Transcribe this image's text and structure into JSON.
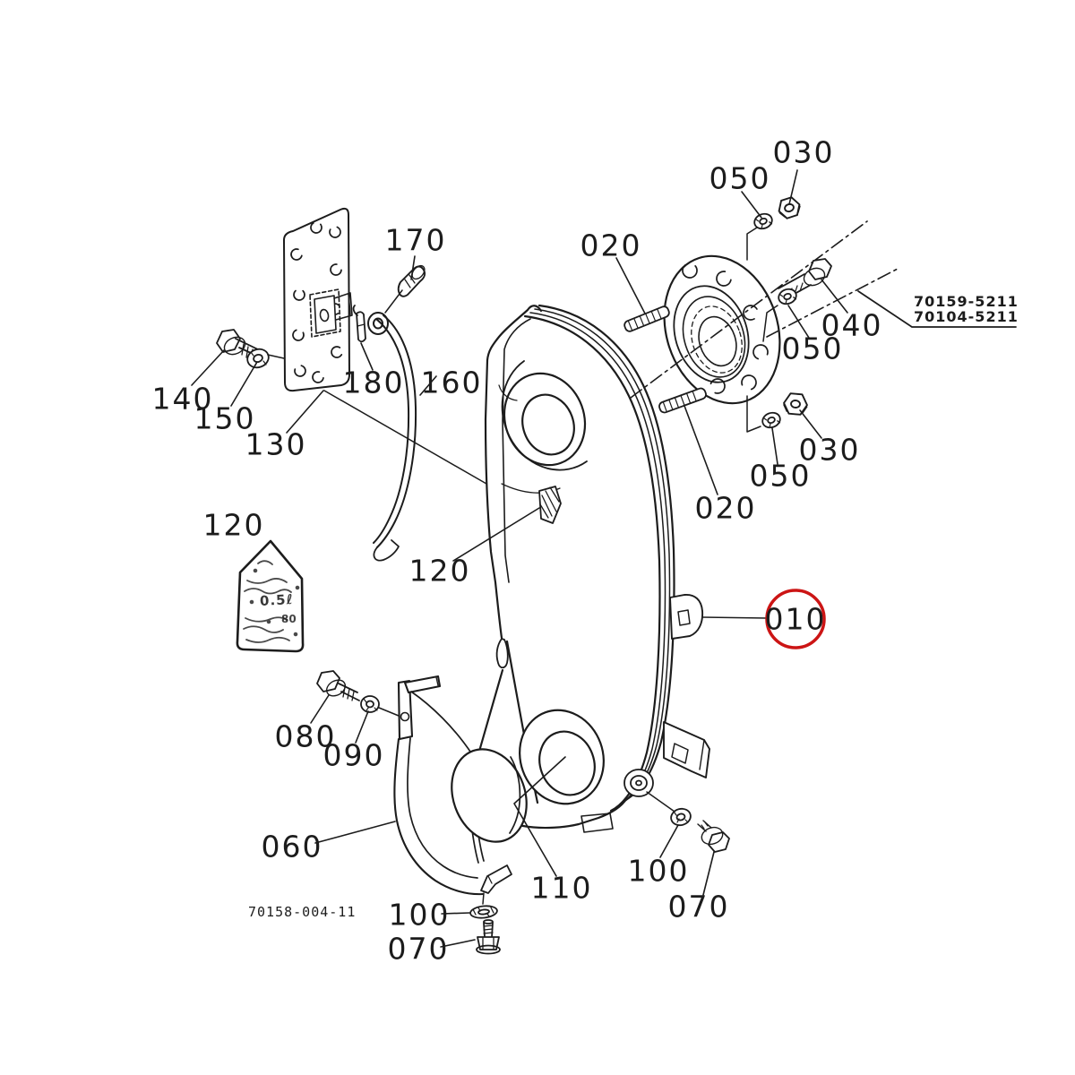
{
  "diagram": {
    "type": "exploded-parts-diagram",
    "drawing_number": "70158-004-11",
    "assembly_part_numbers": [
      "70159-5211",
      "70104-5211"
    ],
    "highlight_color": "#cc1515",
    "line_color": "#1c1c1c",
    "background_color": "#ffffff",
    "decal": {
      "line1": "0.5ℓ",
      "line2": "80"
    },
    "callouts": [
      {
        "id": "030-top",
        "label": "030"
      },
      {
        "id": "050-top",
        "label": "050"
      },
      {
        "id": "020-upper",
        "label": "020"
      },
      {
        "id": "170",
        "label": "170"
      },
      {
        "id": "040",
        "label": "040"
      },
      {
        "id": "050-right",
        "label": "050"
      },
      {
        "id": "140",
        "label": "140"
      },
      {
        "id": "150",
        "label": "150"
      },
      {
        "id": "130",
        "label": "130"
      },
      {
        "id": "180",
        "label": "180"
      },
      {
        "id": "160",
        "label": "160"
      },
      {
        "id": "030-lower",
        "label": "030"
      },
      {
        "id": "050-lower",
        "label": "050"
      },
      {
        "id": "020-lower",
        "label": "020"
      },
      {
        "id": "120-decal",
        "label": "120"
      },
      {
        "id": "120-cover",
        "label": "120"
      },
      {
        "id": "010-highlight",
        "label": "010"
      },
      {
        "id": "080",
        "label": "080"
      },
      {
        "id": "090",
        "label": "090"
      },
      {
        "id": "060",
        "label": "060"
      },
      {
        "id": "110",
        "label": "110"
      },
      {
        "id": "100-right",
        "label": "100"
      },
      {
        "id": "070-right",
        "label": "070"
      },
      {
        "id": "100-bottom",
        "label": "100"
      },
      {
        "id": "070-bottom",
        "label": "070"
      }
    ]
  }
}
